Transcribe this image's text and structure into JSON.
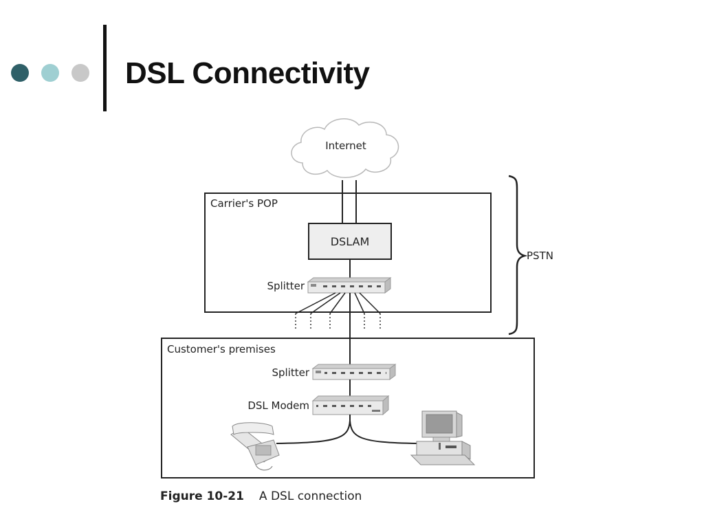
{
  "slide": {
    "title": "DSL Connectivity",
    "bullet_colors": [
      "#2f6068",
      "#9fcfd2",
      "#c8c8c8"
    ]
  },
  "diagram": {
    "internet_label": "Internet",
    "pop_label": "Carrier's POP",
    "dslam_label": "DSLAM",
    "pop_splitter_label": "Splitter",
    "pstn_label": "PSTN",
    "premises_label": "Customer's premises",
    "premises_splitter_label": "Splitter",
    "modem_label": "DSL Modem"
  },
  "caption": {
    "number": "Figure 10-21",
    "text": "A DSL connection"
  }
}
